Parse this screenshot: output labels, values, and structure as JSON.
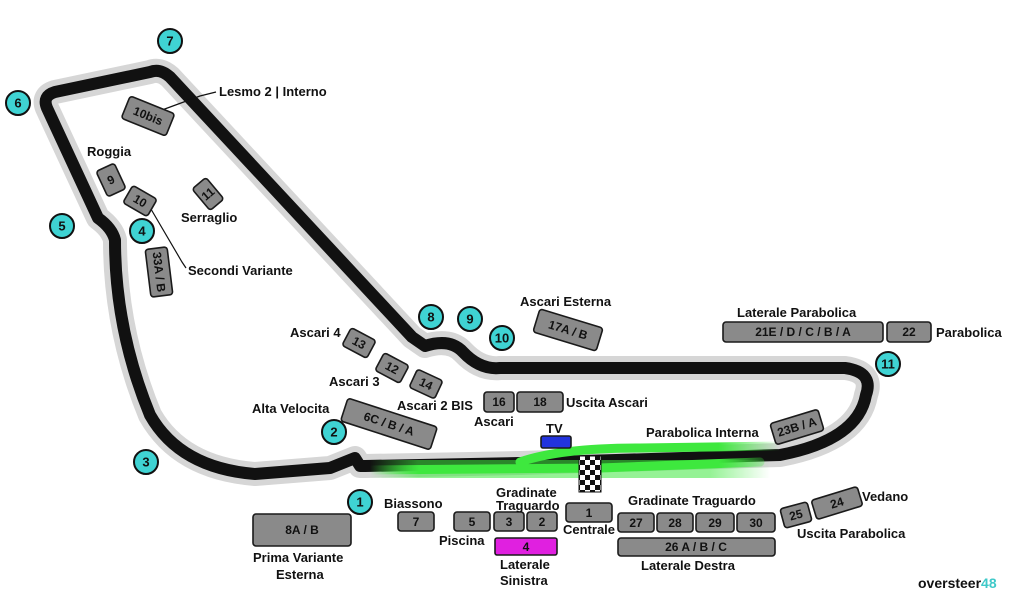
{
  "colors": {
    "track": "#111111",
    "track_halo": "#d6d6d6",
    "stand_fill": "#8a8a8a",
    "turn_marker": "#3fd3d3",
    "pit_green": "#3ee83e",
    "laterale_sinistra_fill": "#e020e0",
    "tv_fill": "#2233dd",
    "brand_accent": "#3fc9c9"
  },
  "turns": [
    "1",
    "2",
    "3",
    "4",
    "5",
    "6",
    "7",
    "8",
    "9",
    "10",
    "11"
  ],
  "stands": {
    "s10bis": "10bis",
    "s9": "9",
    "s10": "10",
    "s11": "11",
    "s33": "33A / B",
    "s13": "13",
    "s12": "12",
    "s14": "14",
    "s6c": "6C / B / A",
    "s17a": "17A / B",
    "s16": "16",
    "s18": "18",
    "s21e": "21E / D / C / B / A",
    "s22": "22",
    "s23b": "23B / A",
    "s8a": "8A / B",
    "s7": "7",
    "s5": "5",
    "s3": "3",
    "s2": "2",
    "s4": "4",
    "s1": "1",
    "s27": "27",
    "s28": "28",
    "s29": "29",
    "s30": "30",
    "s26": "26 A / B / C",
    "s25": "25",
    "s24": "24",
    "tv": "TV"
  },
  "labels": {
    "lesmo": "Lesmo 2 | Interno",
    "roggia": "Roggia",
    "serraglio": "Serraglio",
    "secondi": "Secondi Variante",
    "ascari_esterna": "Ascari Esterna",
    "laterale_parabolica": "Laterale Parabolica",
    "parabolica": "Parabolica",
    "ascari4": "Ascari 4",
    "ascari3": "Ascari 3",
    "alta_velocita": "Alta Velocita",
    "ascari2bis": "Ascari 2 BIS",
    "uscita_ascari": "Uscita Ascari",
    "ascari": "Ascari",
    "parabolica_interna": "Parabolica Interna",
    "biassono": "Biassono",
    "gradinate_traguardo_small_1": "Gradinate",
    "gradinate_traguardo_small_2": "Traguardo",
    "piscina": "Piscina",
    "centrale": "Centrale",
    "gradinate_traguardo": "Gradinate Traguardo",
    "vedano": "Vedano",
    "uscita_parabolica": "Uscita Parabolica",
    "prima_variante_1": "Prima Variante",
    "prima_variante_2": "Esterna",
    "laterale_sinistra_1": "Laterale",
    "laterale_sinistra_2": "Sinistra",
    "laterale_destra": "Laterale Destra",
    "brand_part1": "oversteer",
    "brand_part2": "48"
  }
}
